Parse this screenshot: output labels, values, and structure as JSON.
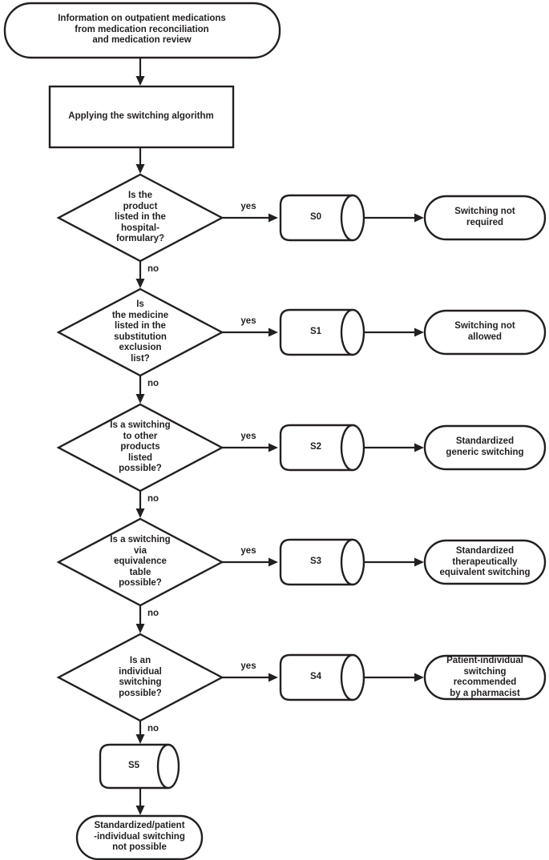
{
  "flowchart": {
    "start": "Information on outpatient medications\nfrom medication reconciliation\nand medication review",
    "process": "Applying the switching algorithm",
    "rows": [
      {
        "decision": "Is the\nproduct\nlisted in the\nhospital-\nformulary?",
        "yes": "yes",
        "no": "no",
        "storage": "S0",
        "outcome": "Switching not\nrequired"
      },
      {
        "decision": "Is\nthe medicine\nlisted in the\nsubstitution\nexclusion\nlist?",
        "yes": "yes",
        "no": "no",
        "storage": "S1",
        "outcome": "Switching not\nallowed"
      },
      {
        "decision": "Is a switching\nto other\nproducts\nlisted\npossible?",
        "yes": "yes",
        "no": "no",
        "storage": "S2",
        "outcome": "Standardized\ngeneric switching"
      },
      {
        "decision": "Is a switching\nvia\nequivalence\ntable\npossible?",
        "yes": "yes",
        "no": "no",
        "storage": "S3",
        "outcome": "Standardized\ntherapeutically\nequivalent switching"
      },
      {
        "decision": "Is an\nindividual\nswitching\npossible?",
        "yes": "yes",
        "no": "no",
        "storage": "S4",
        "outcome": "Patient-individual\nswitching\nrecommended\nby a pharmacist"
      }
    ],
    "fallback": {
      "no": "no",
      "storage": "S5",
      "outcome": "Standardized/patient\n-individual switching\nnot possible"
    },
    "colors": {
      "stroke": "#231f20",
      "fill": "#ffffff",
      "text": "#231f20"
    }
  }
}
